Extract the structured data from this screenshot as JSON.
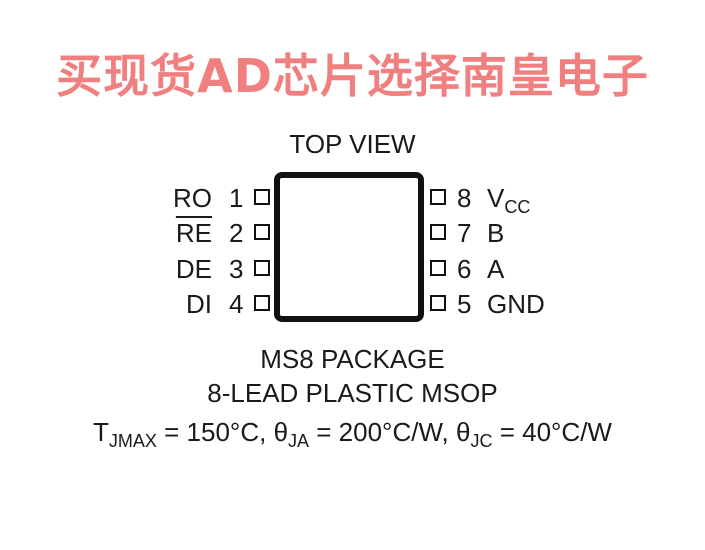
{
  "banner": "买现货AD芯片选择南皇电子",
  "view_label": "TOP VIEW",
  "pins_left": [
    {
      "num": "1",
      "name": "RO"
    },
    {
      "num": "2",
      "name": "RE"
    },
    {
      "num": "3",
      "name": "DE"
    },
    {
      "num": "4",
      "name": "DI"
    }
  ],
  "pins_right": [
    {
      "num": "8",
      "name": "V",
      "sub": "CC"
    },
    {
      "num": "7",
      "name": "B"
    },
    {
      "num": "6",
      "name": "A"
    },
    {
      "num": "5",
      "name": "GND"
    }
  ],
  "package": {
    "line1": "MS8 PACKAGE",
    "line2": "8-LEAD PLASTIC MSOP"
  },
  "thermal": {
    "tj_t": "T",
    "tj_sub": "JMAX",
    "tj_val": " = 150°C, ",
    "ja_theta": "θ",
    "ja_sub": "JA",
    "ja_val": " = 200°C/W, ",
    "jc_theta": "θ",
    "jc_sub": "JC",
    "jc_val": " = 40°C/W"
  },
  "colors": {
    "banner": "#f08080",
    "ink": "#111111"
  }
}
